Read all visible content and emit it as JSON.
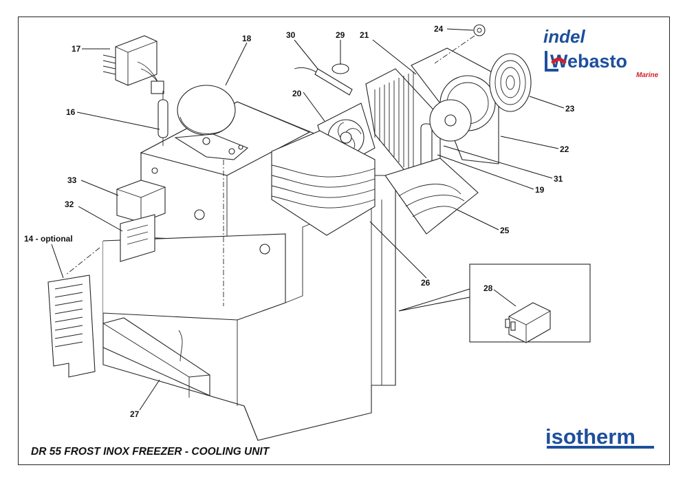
{
  "diagram": {
    "title": "DR 55 FROST INOX FREEZER - COOLING UNIT",
    "parts": [
      {
        "id": "p17",
        "label": "17"
      },
      {
        "id": "p18",
        "label": "18"
      },
      {
        "id": "p30",
        "label": "30"
      },
      {
        "id": "p29",
        "label": "29"
      },
      {
        "id": "p21",
        "label": "21"
      },
      {
        "id": "p24",
        "label": "24"
      },
      {
        "id": "p16",
        "label": "16"
      },
      {
        "id": "p20",
        "label": "20"
      },
      {
        "id": "p23",
        "label": "23"
      },
      {
        "id": "p22",
        "label": "22"
      },
      {
        "id": "p31",
        "label": "31"
      },
      {
        "id": "p19",
        "label": "19"
      },
      {
        "id": "p33",
        "label": "33"
      },
      {
        "id": "p32",
        "label": "32"
      },
      {
        "id": "p25",
        "label": "25"
      },
      {
        "id": "p14",
        "label": "14 - optional"
      },
      {
        "id": "p26",
        "label": "26"
      },
      {
        "id": "p28",
        "label": "28"
      },
      {
        "id": "p27",
        "label": "27"
      }
    ]
  },
  "logos": {
    "brand_top_line1": "indel",
    "brand_top_line2": "Webasto",
    "brand_top_sub": "Marine",
    "brand_bottom": "isotherm",
    "colors": {
      "blue": "#1d4f9c",
      "red": "#d32029"
    }
  }
}
